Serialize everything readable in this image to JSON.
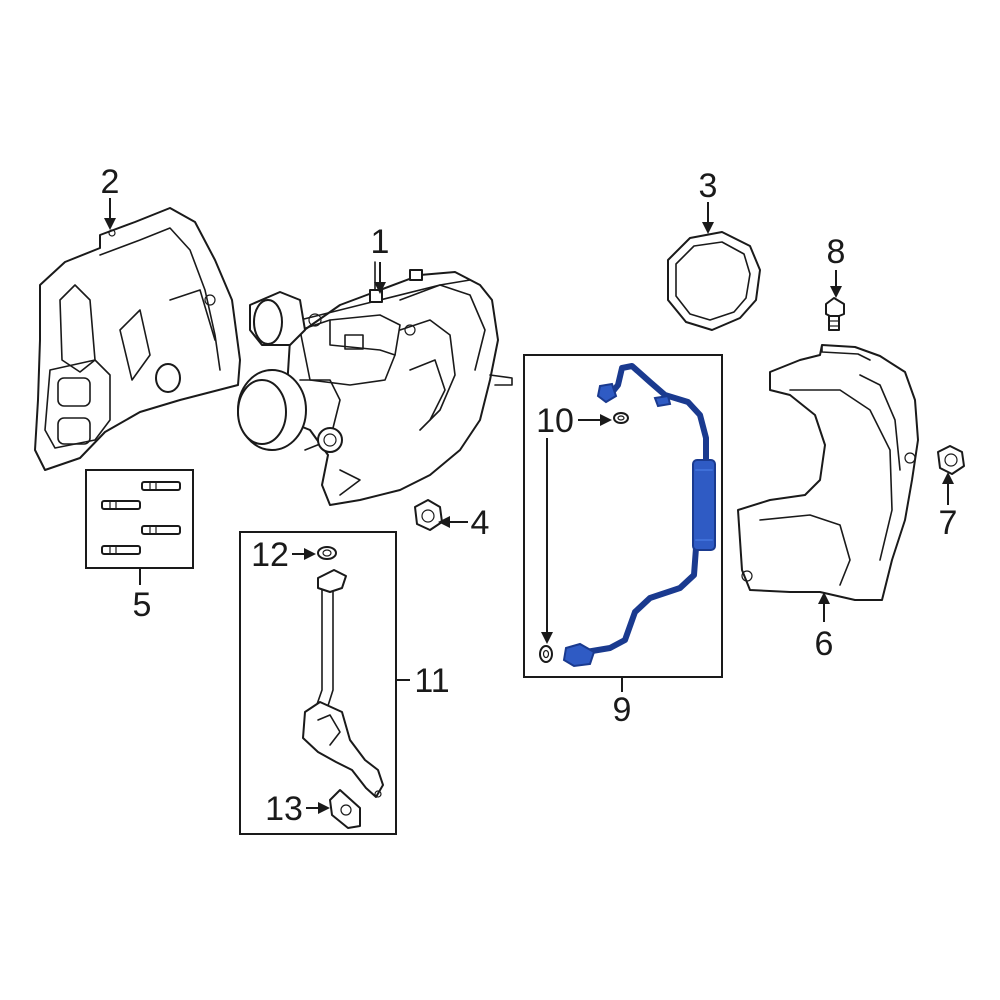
{
  "diagram": {
    "highlight_color": "#1a3a8f",
    "line_color": "#1a1a1a",
    "callouts": [
      {
        "id": "1",
        "label": "1"
      },
      {
        "id": "2",
        "label": "2"
      },
      {
        "id": "3",
        "label": "3"
      },
      {
        "id": "4",
        "label": "4"
      },
      {
        "id": "5",
        "label": "5"
      },
      {
        "id": "6",
        "label": "6"
      },
      {
        "id": "7",
        "label": "7"
      },
      {
        "id": "8",
        "label": "8"
      },
      {
        "id": "9",
        "label": "9"
      },
      {
        "id": "10",
        "label": "10"
      },
      {
        "id": "11",
        "label": "11"
      },
      {
        "id": "12",
        "label": "12"
      },
      {
        "id": "13",
        "label": "13"
      }
    ],
    "highlighted_part": "9"
  }
}
